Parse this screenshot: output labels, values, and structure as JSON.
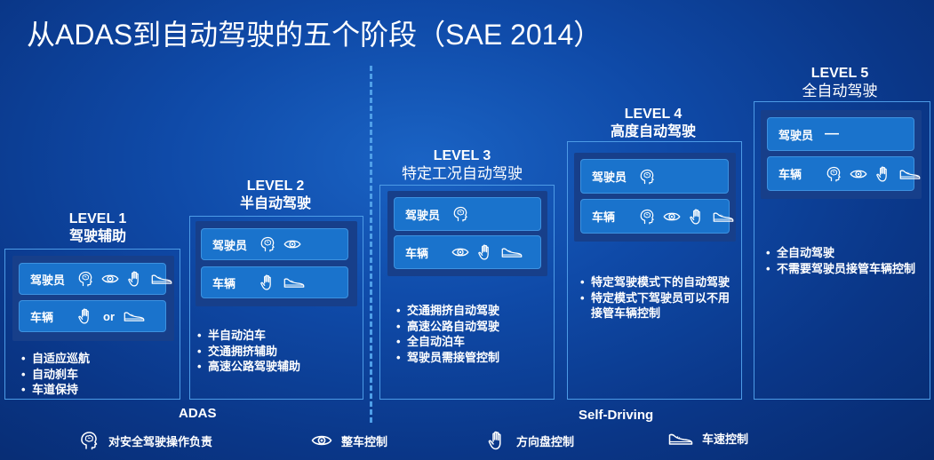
{
  "title": "从ADAS到自动驾驶的五个阶段（SAE 2014）",
  "sections": {
    "adas": "ADAS",
    "self_driving": "Self-Driving"
  },
  "role_labels": {
    "driver": "驾驶员",
    "vehicle": "车辆"
  },
  "or_text": "or",
  "dash_text": "—",
  "levels": [
    {
      "level": "LEVEL 1",
      "name": "驾驶辅助",
      "driver_icons": [
        "brain-icon",
        "eye-icon",
        "hand-icon",
        "shoe-icon"
      ],
      "vehicle_icons": [
        "hand-icon",
        "or",
        "shoe-icon"
      ],
      "bullets": [
        "自适应巡航",
        "自动刹车",
        "车道保持"
      ]
    },
    {
      "level": "LEVEL 2",
      "name": "半自动驾驶",
      "driver_icons": [
        "brain-icon",
        "eye-icon"
      ],
      "vehicle_icons": [
        "hand-icon",
        "shoe-icon"
      ],
      "bullets": [
        "半自动泊车",
        "交通拥挤辅助",
        "高速公路驾驶辅助"
      ]
    },
    {
      "level": "LEVEL 3",
      "name": "特定工况自动驾驶",
      "driver_icons": [
        "brain-icon"
      ],
      "vehicle_icons": [
        "eye-icon",
        "hand-icon",
        "shoe-icon"
      ],
      "bullets": [
        "交通拥挤自动驾驶",
        "高速公路自动驾驶",
        "全自动泊车",
        "驾驶员需接管控制"
      ]
    },
    {
      "level": "LEVEL 4",
      "name": "高度自动驾驶",
      "driver_icons": [
        "brain-icon"
      ],
      "vehicle_icons": [
        "brain-icon",
        "eye-icon",
        "hand-icon",
        "shoe-icon"
      ],
      "bullets": [
        "特定驾驶模式下的自动驾驶",
        "特定模式下驾驶员可以不用接管车辆控制"
      ]
    },
    {
      "level": "LEVEL 5",
      "name": "全自动驾驶",
      "driver_icons": [
        "dash"
      ],
      "vehicle_icons": [
        "brain-icon",
        "eye-icon",
        "hand-icon",
        "shoe-icon"
      ],
      "bullets": [
        "全自动驾驶",
        "不需要驾驶员接管车辆控制"
      ]
    }
  ],
  "legend": [
    {
      "icon": "brain-icon",
      "label": "对安全驾驶操作负责"
    },
    {
      "icon": "eye-icon",
      "label": "整车控制"
    },
    {
      "icon": "hand-icon",
      "label": "方向盘控制"
    },
    {
      "icon": "shoe-icon",
      "label": "车速控制"
    }
  ]
}
